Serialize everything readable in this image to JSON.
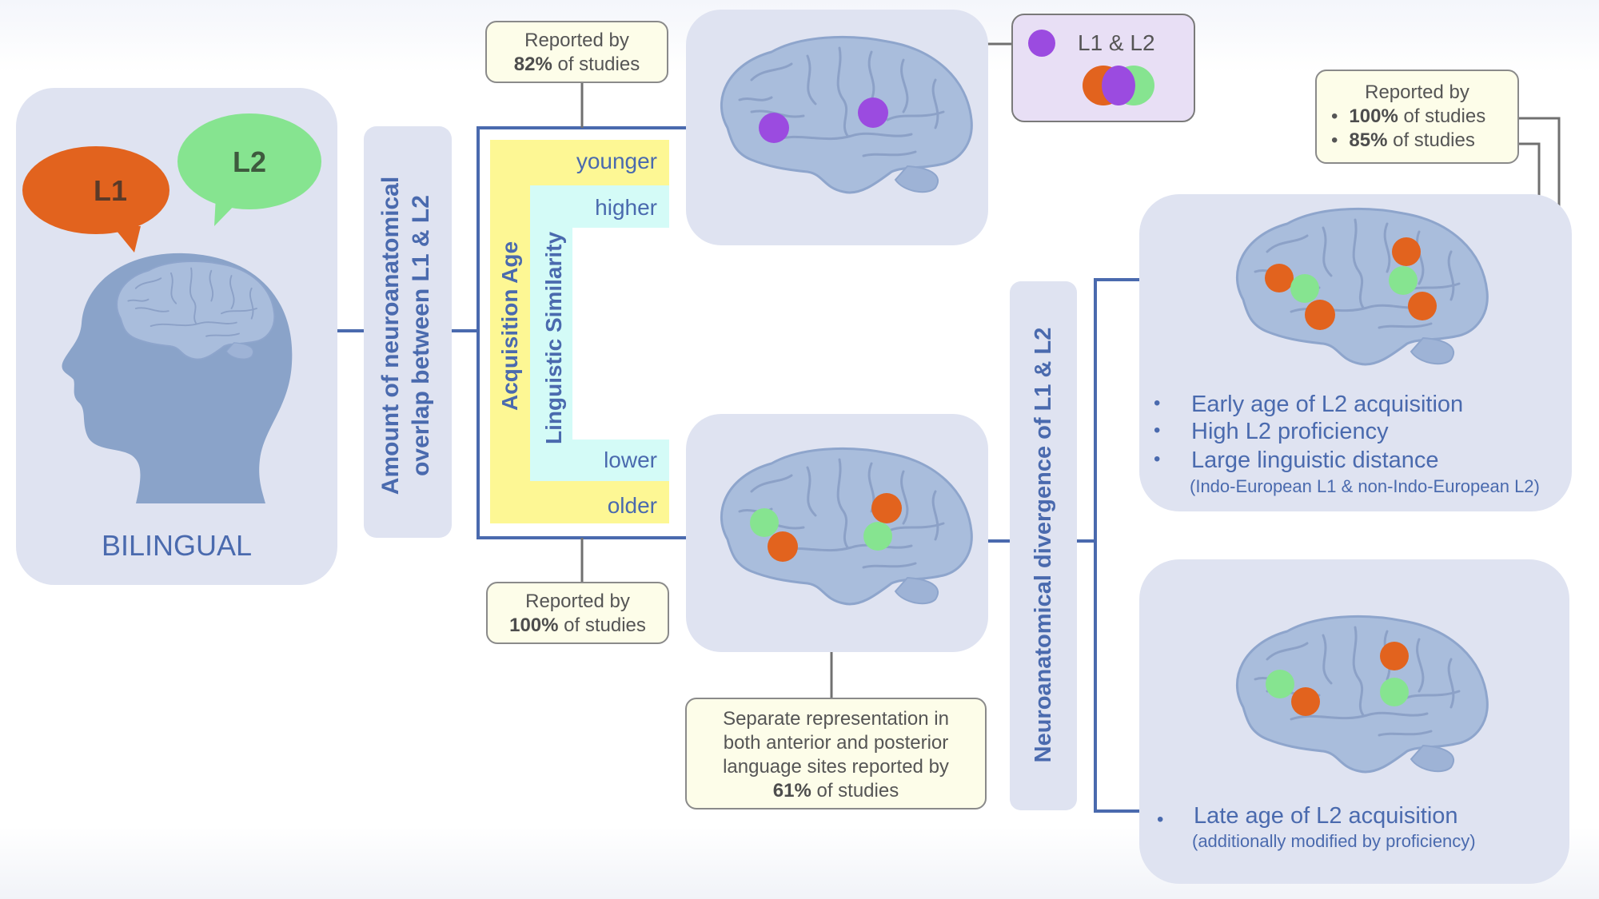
{
  "left": {
    "bubble_l1": "L1",
    "bubble_l2": "L2",
    "label": "BILINGUAL",
    "overlap_label": "Amount of neuroanatomical overlap between L1 & L2"
  },
  "scale": {
    "acq_label": "Acquisition Age",
    "sim_label": "Linguistic Similarity",
    "younger": "younger",
    "higher": "higher",
    "lower": "lower",
    "older": "older"
  },
  "top_note": {
    "line1": "Reported by",
    "pct": "82%",
    "rest": " of studies"
  },
  "bottom_note": {
    "line1": "Reported by",
    "pct": "100%",
    "rest": " of studies"
  },
  "legend": {
    "label": "L1 & L2"
  },
  "separate_note": {
    "line1": "Separate representation in",
    "line2": "both anterior and posterior",
    "line3": "language sites reported by",
    "pct": "61%",
    "rest": " of studies"
  },
  "divergence_label": "Neuroanatomical divergence of L1 & L2",
  "right_note": {
    "line1": "Reported by",
    "item1_pct": "100%",
    "item1_rest": " of studies",
    "item2_pct": "85%",
    "item2_rest": " of studies"
  },
  "early_panel": {
    "b1": "Early age of L2 acquisition",
    "b2": "High L2 proficiency",
    "b3": "Large linguistic distance",
    "sub": "(Indo-European L1 & non-Indo-European L2)"
  },
  "late_panel": {
    "b1": "Late age of L2 acquisition",
    "sub": "(additionally modified by proficiency)"
  },
  "colors": {
    "l1": "#e2631e",
    "l2": "#86e490",
    "overlap": "#9b4be0",
    "accent": "#4a6aae",
    "panel": "#dfe3f1"
  }
}
